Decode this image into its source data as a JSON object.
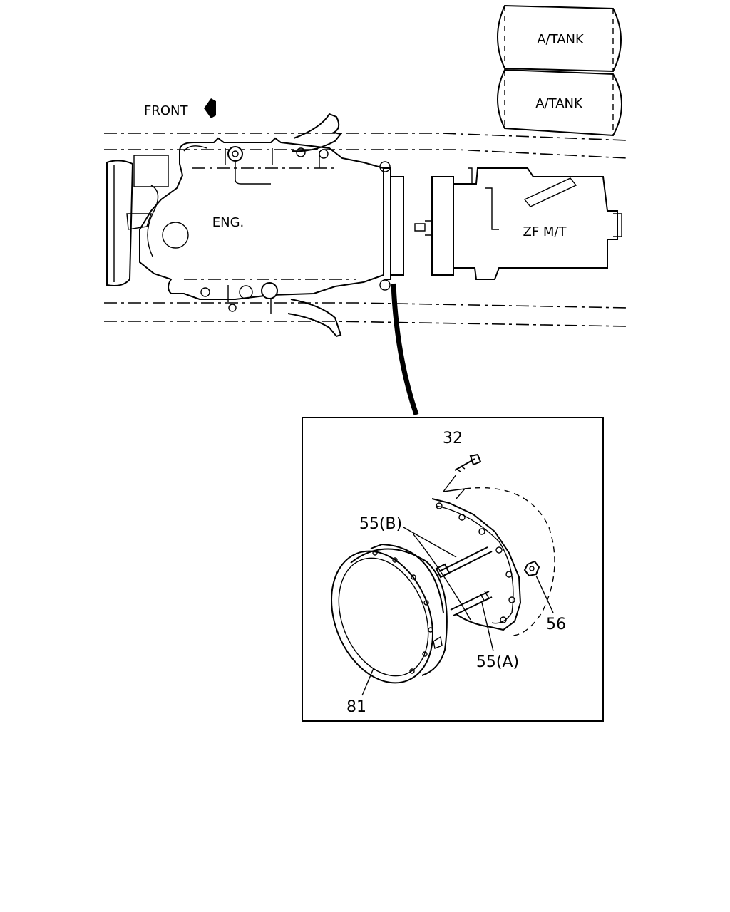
{
  "overview": {
    "front_label": "FRONT",
    "engine_label": "ENG.",
    "transmission_label": "ZF M/T",
    "air_tank_labels": [
      "A/TANK",
      "A/TANK"
    ]
  },
  "detail": {
    "callouts": {
      "bolt": "32",
      "stud_b": "55(B)",
      "nut": "56",
      "stud_a": "55(A)",
      "ring": "81"
    }
  }
}
